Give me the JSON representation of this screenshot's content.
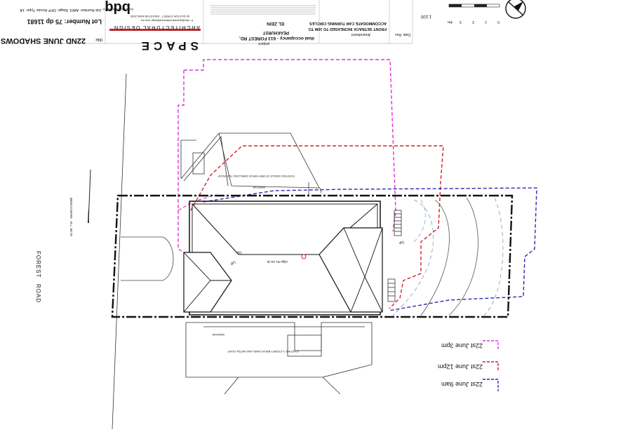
{
  "title_block": {
    "title_label": "title:",
    "title": "22ND JUNE SHADOWS",
    "lot_number": "Lot Number: 75 dp 11681",
    "job_row": "Job Number: AA01   Stage: DFP   House Type: 1A",
    "company_brand": "SPACE",
    "company_sub": "ARCHITECTURAL DESIGN",
    "company_address": "82 DUXTON STREET · KINGSTON NSW 2000",
    "company_web": "E: info@spacearchitecturaldesign.com.au",
    "bdq_logo": "bdq",
    "bdq_caption": "BUILDING DESIGNERS",
    "project_label": "project:",
    "project_name": "dual occupancy - 613 FOREST RD,",
    "project_suburb": "PEAKHURST",
    "client": "EL ZEIN",
    "amendment_label": "Amendment",
    "amendment_line1": "FRONT SETBACK INCREASED TO 10M TO",
    "amendment_line2": "ACCOMMODATE CAR TURNING CIRCLES",
    "rev_label": "Rev",
    "date_label": "Date",
    "scale": "1:100",
    "scale_ticks": [
      "0",
      "1",
      "2",
      "3",
      "4m"
    ]
  },
  "site": {
    "road_line1": "FOREST",
    "road_line2": "ROAD",
    "bench_mark": "BENCH MARK · R.L. 58.78",
    "ridge_label": "ridge RL 63.45",
    "up_label_1": "UP",
    "up_label_2": "UP",
    "up_label_3": "UP",
    "north_house_label": "EXISTING SINGLE STOREY BRICK DWELLING TILE ROOF",
    "south_house_label": "EXISTING 1 STOREY BRICK DWELLING METAL ROOF",
    "window_label": "WINDOW"
  },
  "legend": {
    "items": [
      {
        "label": "22st June 3pm",
        "color": "#e034d8"
      },
      {
        "label": "22st June 12pm",
        "color": "#d4202b"
      },
      {
        "label": "22st June 9am",
        "color": "#2a2ab0"
      }
    ]
  },
  "colors": {
    "shadow_3pm": "#e034d8",
    "shadow_12pm": "#d4202b",
    "shadow_9am": "#2a2ab0",
    "linework": "#111111",
    "brand_green": "#9ccc3a",
    "brand_red": "#c0292b"
  }
}
